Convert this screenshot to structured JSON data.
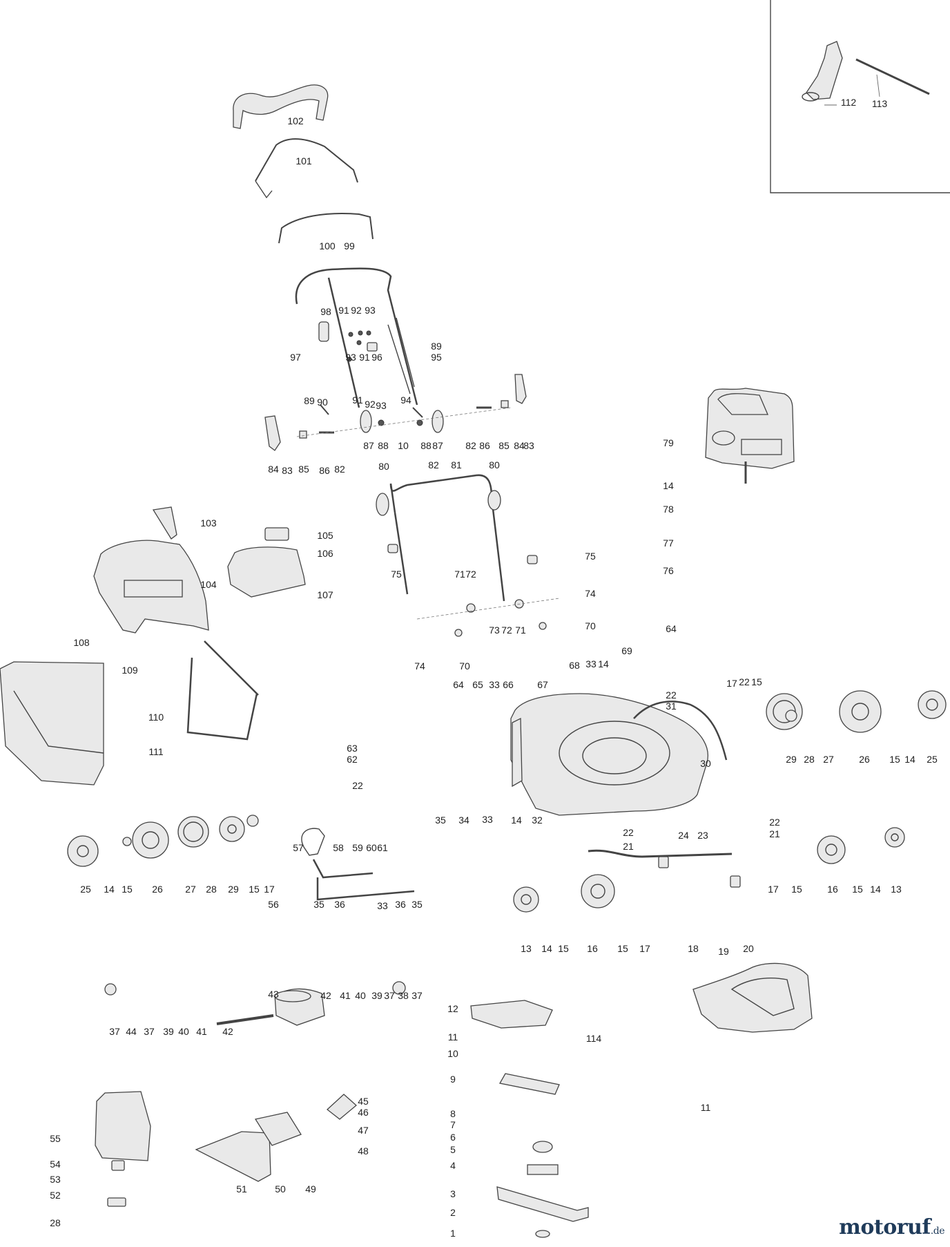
{
  "brand": {
    "name": "motoruf",
    "tld": ".de"
  },
  "part_numbers": [
    "1",
    "2",
    "3",
    "4",
    "5",
    "6",
    "7",
    "8",
    "9",
    "10",
    "11",
    "12",
    "13",
    "14",
    "15",
    "16",
    "17",
    "18",
    "19",
    "20",
    "21",
    "22",
    "23",
    "24",
    "25",
    "26",
    "27",
    "28",
    "29",
    "30",
    "31",
    "32",
    "33",
    "34",
    "35",
    "36",
    "37",
    "38",
    "39",
    "40",
    "41",
    "42",
    "43",
    "44",
    "45",
    "46",
    "47",
    "48",
    "49",
    "50",
    "51",
    "52",
    "53",
    "54",
    "55",
    "56",
    "57",
    "58",
    "59",
    "60",
    "61",
    "62",
    "63",
    "64",
    "65",
    "66",
    "67",
    "68",
    "69",
    "70",
    "71",
    "72",
    "73",
    "74",
    "75",
    "76",
    "77",
    "78",
    "79",
    "80",
    "81",
    "82",
    "83",
    "84",
    "85",
    "86",
    "87",
    "88",
    "89",
    "90",
    "91",
    "92",
    "93",
    "94",
    "95",
    "96",
    "97",
    "98",
    "99",
    "100",
    "101",
    "102",
    "103",
    "104",
    "105",
    "106",
    "107",
    "108",
    "109",
    "110",
    "111",
    "112",
    "113",
    "114"
  ]
}
